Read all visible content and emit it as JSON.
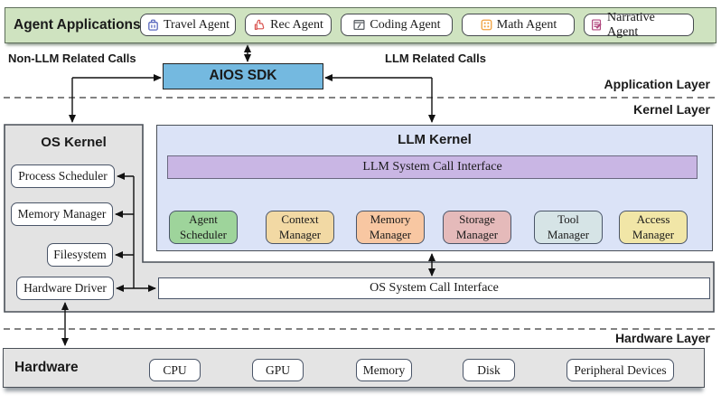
{
  "app_layer": {
    "layer_label": "Application Layer",
    "agent_bar": {
      "title": "Agent Applications",
      "agents": [
        {
          "label": "Travel Agent",
          "icon": "suitcase-icon",
          "icon_color": "#5b6abf"
        },
        {
          "label": "Rec Agent",
          "icon": "thumbs-up-icon",
          "icon_color": "#d9534f"
        },
        {
          "label": "Coding Agent",
          "icon": "code-window-icon",
          "icon_color": "#555a60"
        },
        {
          "label": "Math Agent",
          "icon": "dice-icon",
          "icon_color": "#f09f3c"
        },
        {
          "label": "Narrative Agent",
          "icon": "document-pen-icon",
          "icon_color": "#b1487e"
        }
      ]
    },
    "non_llm_calls_label": "Non-LLM Related Calls",
    "llm_calls_label": "LLM Related Calls",
    "sdk_label": "AIOS SDK"
  },
  "kernel_layer": {
    "layer_label": "Kernel Layer",
    "os_kernel": {
      "title": "OS Kernel",
      "modules": [
        "Process Scheduler",
        "Memory Manager",
        "Filesystem",
        "Hardware Driver"
      ]
    },
    "llm_kernel": {
      "title": "LLM Kernel",
      "interface_label": "LLM System Call Interface",
      "modules": [
        {
          "label": "Agent\nScheduler",
          "color": "#9ed49b"
        },
        {
          "label": "Context\nManager",
          "color": "#f2d9a4"
        },
        {
          "label": "Memory\nManager",
          "color": "#f8c7a2"
        },
        {
          "label": "Storage\nManager",
          "color": "#e5baba"
        },
        {
          "label": "Tool\nManager",
          "color": "#d6e4e6"
        },
        {
          "label": "Access\nManager",
          "color": "#f1e6a7"
        }
      ]
    },
    "os_interface_label": "OS System Call Interface"
  },
  "hardware_layer": {
    "layer_label": "Hardware Layer",
    "title": "Hardware",
    "components": [
      "CPU",
      "GPU",
      "Memory",
      "Disk",
      "Peripheral Devices"
    ]
  },
  "colors": {
    "agent_bar_bg": "#cfe3c0",
    "sdk_bg": "#74b9e0",
    "kernel_gray": "#e3e3e3",
    "llm_kernel_bg": "#dbe3f7",
    "llm_interface_bg": "#c9b6e4",
    "hardware_bg": "#e4e4e4"
  }
}
